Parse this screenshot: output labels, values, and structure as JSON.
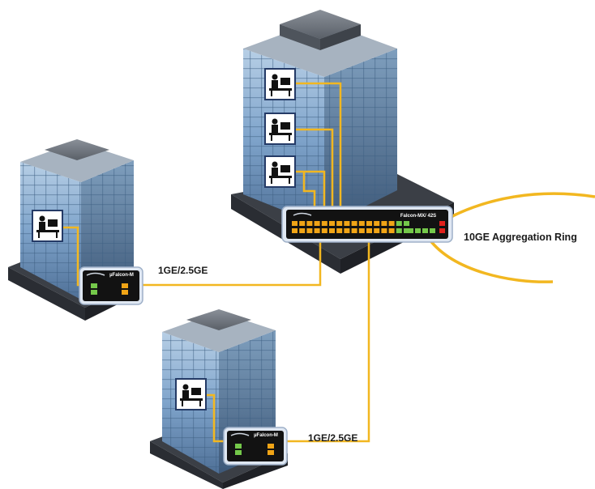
{
  "labels": {
    "ring": "10GE Aggregation Ring",
    "link_left": "1GE/2.5GE",
    "link_bottom": "1GE/2.5GE"
  },
  "devices": {
    "main_switch": "Falcon-MX/ 42S",
    "left_switch": "µFalcon-M",
    "bottom_switch": "µFalcon-M"
  },
  "colors": {
    "cable": "#f2b720",
    "port_amber": "#f0a416",
    "port_green": "#74c84a",
    "port_red": "#e0201c",
    "device_body": "#121212",
    "building_glass": "#8fb3d6"
  },
  "icons": [
    "office-worker-icon",
    "building-icon",
    "network-switch-icon"
  ]
}
